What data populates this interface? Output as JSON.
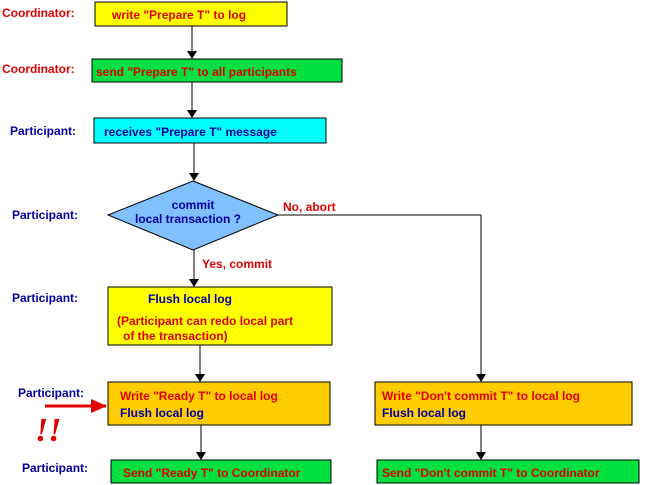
{
  "colors": {
    "yellow": "#ffff00",
    "green": "#00e040",
    "cyan": "#00ffff",
    "diamond": "#80c0ff",
    "orange": "#ffcc00",
    "red_text": "#e00000",
    "blue_text": "#0000a0"
  },
  "roles": {
    "coordinator_1": "Coordinator:",
    "coordinator_2": "Coordinator:",
    "participant_1": "Participant:",
    "participant_2": "Participant:",
    "participant_3": "Participant:",
    "participant_4": "Participant:",
    "participant_5": "Participant:"
  },
  "steps": {
    "write_prepare": "write \"Prepare T\" to log",
    "send_prepare": "send \"Prepare T\" to all participants",
    "receive_prepare": "receives \"Prepare T\" message",
    "decision_line1": "commit",
    "decision_line2": "local transaction ?",
    "no_abort": "No, abort",
    "yes_commit": "Yes, commit",
    "flush_title": "Flush local log",
    "flush_note_line1": "(Participant can redo local part",
    "flush_note_line2": "of the transaction)",
    "write_ready": "Write \"Ready T\" to local log",
    "flush_ready": "Flush local log",
    "write_dont_commit": "Write \"Don't commit T\" to local log",
    "flush_dont_commit": "Flush local log",
    "send_ready": "Send \"Ready T\" to Coordinator",
    "send_dont_commit": "Send \"Don't commit T\" to Coordinator"
  },
  "emphasis": "!!"
}
